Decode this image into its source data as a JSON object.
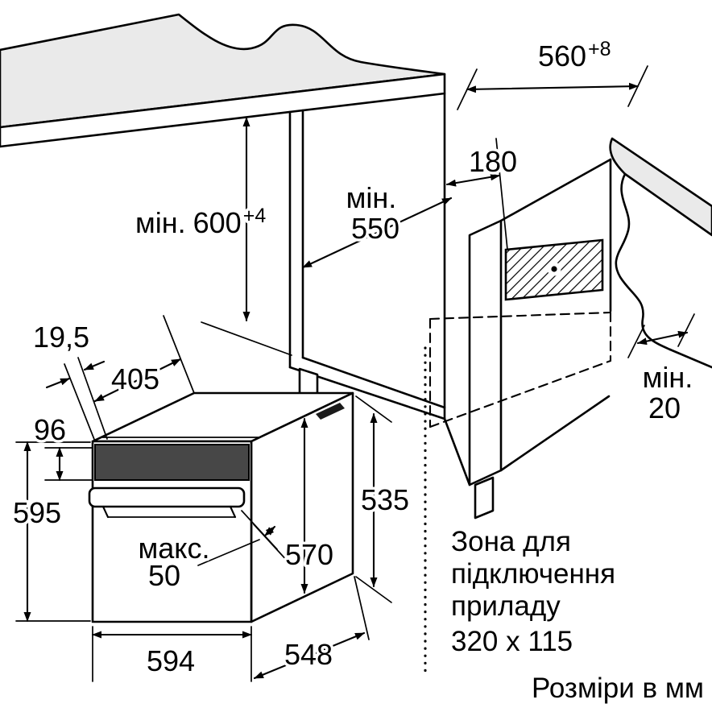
{
  "niche": {
    "width": {
      "value": "560",
      "sup": "+8"
    },
    "height": {
      "prefix": "мін.",
      "value": "600",
      "sup": "+4"
    },
    "depth": {
      "prefix": "мін.",
      "value": "550"
    },
    "zone_offset": {
      "value": "180"
    },
    "rear_gap": {
      "prefix": "мін.",
      "value": "20"
    }
  },
  "oven": {
    "front_overhang": "19,5",
    "top_depth": "405",
    "panel_height": "96",
    "height": "595",
    "handle_max_prefix": "макс.",
    "handle_max_value": "50",
    "side_height": "570",
    "rear_height": "535",
    "width": "594",
    "depth": "548"
  },
  "zone": {
    "line1": "Зона для",
    "line2": "підключення",
    "line3": "приладу",
    "size": "320 x 115"
  },
  "footer": {
    "units": "Розміри в мм"
  }
}
